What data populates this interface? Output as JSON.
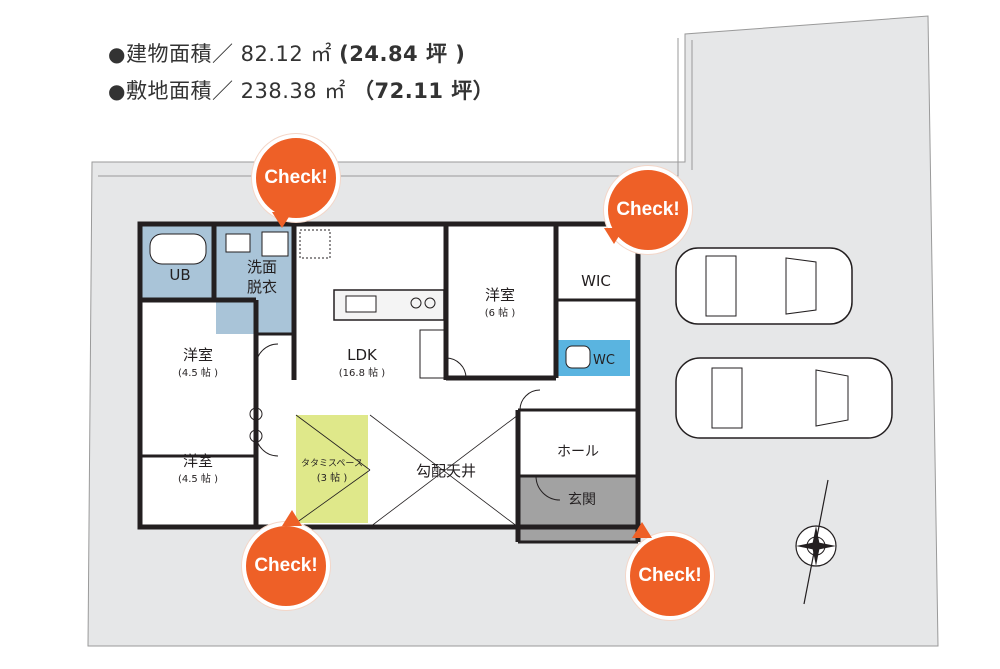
{
  "header": {
    "line1": {
      "bullet": "●",
      "label": "建物面積／",
      "value": "82.12",
      "unit": "㎡",
      "tsubo": "(24.84 坪 )"
    },
    "line2": {
      "bullet": "●",
      "label": "敷地面積／",
      "value": "238.38",
      "unit": "㎡",
      "tsubo": "（72.11 坪）"
    }
  },
  "rooms": {
    "ub": "UB",
    "senmen": "洗面",
    "datsui": "脱衣",
    "ldk": "LDK",
    "ldk_size": "(16.8 帖 )",
    "youshitsu_top": "洋室",
    "youshitsu_top_size": "(6 帖 )",
    "wic": "WIC",
    "wc": "WC",
    "youshitsu_left1": "洋室",
    "youshitsu_left1_size": "(4.5 帖 )",
    "youshitsu_left2": "洋室",
    "youshitsu_left2_size": "(4.5 帖 )",
    "tatami": "タタミスペース",
    "tatami_size": "(3 帖 )",
    "koubai": "勾配天井",
    "hall": "ホール",
    "genkan": "玄関"
  },
  "checks": [
    "Check!",
    "Check!",
    "Check!",
    "Check!"
  ],
  "colors": {
    "check_orange": "#ee6027",
    "site_gray": "#e6e7e8",
    "wet_blue": "#a9c4d8",
    "wc_blue": "#5ab4e0",
    "tatami_green": "#dfe88a",
    "genkan_gray": "#a2a2a2",
    "wall": "#231f20"
  },
  "icons": [
    "car-icon",
    "car-icon",
    "compass-icon"
  ]
}
